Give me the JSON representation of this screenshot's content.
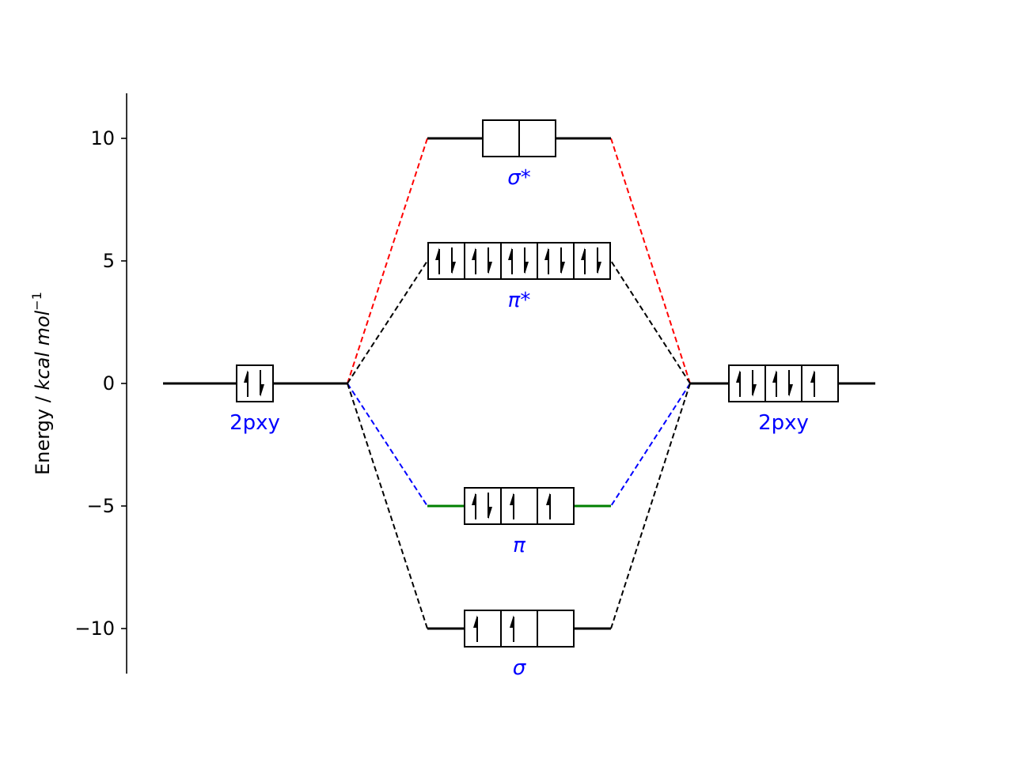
{
  "axis": {
    "ylabel_plain": "Energy / ",
    "ylabel_italic": "kcal mol",
    "ylabel_sup": "−1",
    "ticks": [
      10,
      5,
      0,
      -5,
      -10
    ],
    "tick_labels": [
      "10",
      "5",
      "0",
      "−5",
      "−10"
    ]
  },
  "colors": {
    "label": "#0000ff",
    "red_dash": "#ff0000",
    "blue_dash": "#0000ff",
    "black_dash": "#000000",
    "green_level": "#008000",
    "black_level": "#000000"
  },
  "atoms": [
    {
      "name": "2pxy",
      "side": "left",
      "energy": 0,
      "boxes": [
        "ud"
      ]
    },
    {
      "name": "2pxy",
      "side": "right",
      "energy": 0,
      "boxes": [
        "ud",
        "ud",
        "u"
      ]
    }
  ],
  "molecular_orbitals": [
    {
      "name": "σ*",
      "energy": 10,
      "boxes": [
        "",
        ""
      ],
      "level_color": "black"
    },
    {
      "name": "π*",
      "energy": 5,
      "boxes": [
        "ud",
        "ud",
        "ud",
        "ud",
        "ud"
      ],
      "level_color": "black"
    },
    {
      "name": "π",
      "energy": -5,
      "boxes": [
        "ud",
        "u",
        "u"
      ],
      "level_color": "green"
    },
    {
      "name": "σ",
      "energy": -10,
      "boxes": [
        "u",
        "u",
        ""
      ],
      "level_color": "black"
    }
  ],
  "connections": [
    {
      "from": "left",
      "to": "σ*",
      "color": "red"
    },
    {
      "from": "left",
      "to": "π*",
      "color": "black"
    },
    {
      "from": "left",
      "to": "π",
      "color": "blue"
    },
    {
      "from": "left",
      "to": "σ",
      "color": "black"
    },
    {
      "from": "right",
      "to": "σ*",
      "color": "red"
    },
    {
      "from": "right",
      "to": "π*",
      "color": "black"
    },
    {
      "from": "right",
      "to": "π",
      "color": "blue"
    },
    {
      "from": "right",
      "to": "σ",
      "color": "black"
    }
  ]
}
